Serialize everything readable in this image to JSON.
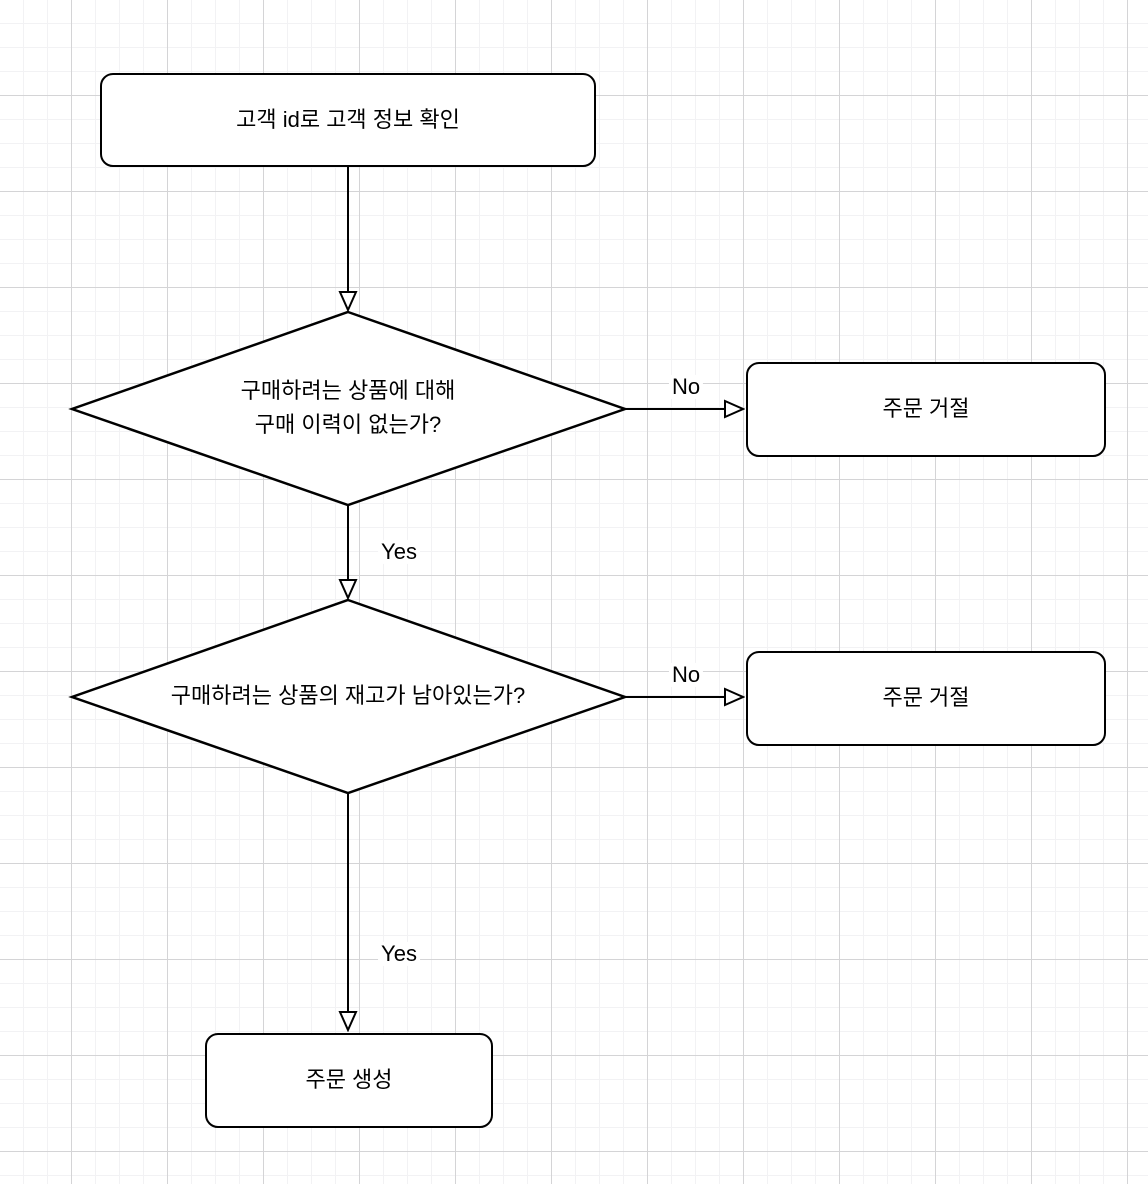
{
  "canvas": {
    "background_color": "#ffffff",
    "grid_minor_color": "#f2f2f4",
    "grid_major_color": "#d4d4d6"
  },
  "style": {
    "node_fill": "#ffffff",
    "node_stroke": "#000000",
    "text_color": "#000000"
  },
  "nodes": {
    "check_customer": {
      "type": "process",
      "label": "고객 id로 고객 정보 확인"
    },
    "decision_history": {
      "type": "decision",
      "label_line1": "구매하려는 상품에 대해",
      "label_line2": "구매 이력이 없는가?"
    },
    "reject_order_1": {
      "type": "process",
      "label": "주문 거절"
    },
    "decision_stock": {
      "type": "decision",
      "label": "구매하려는 상품의 재고가 남아있는가?"
    },
    "reject_order_2": {
      "type": "process",
      "label": "주문 거절"
    },
    "create_order": {
      "type": "process",
      "label": "주문 생성"
    }
  },
  "edges": {
    "history_no": {
      "label": "No"
    },
    "history_yes": {
      "label": "Yes"
    },
    "stock_no": {
      "label": "No"
    },
    "stock_yes": {
      "label": "Yes"
    }
  }
}
